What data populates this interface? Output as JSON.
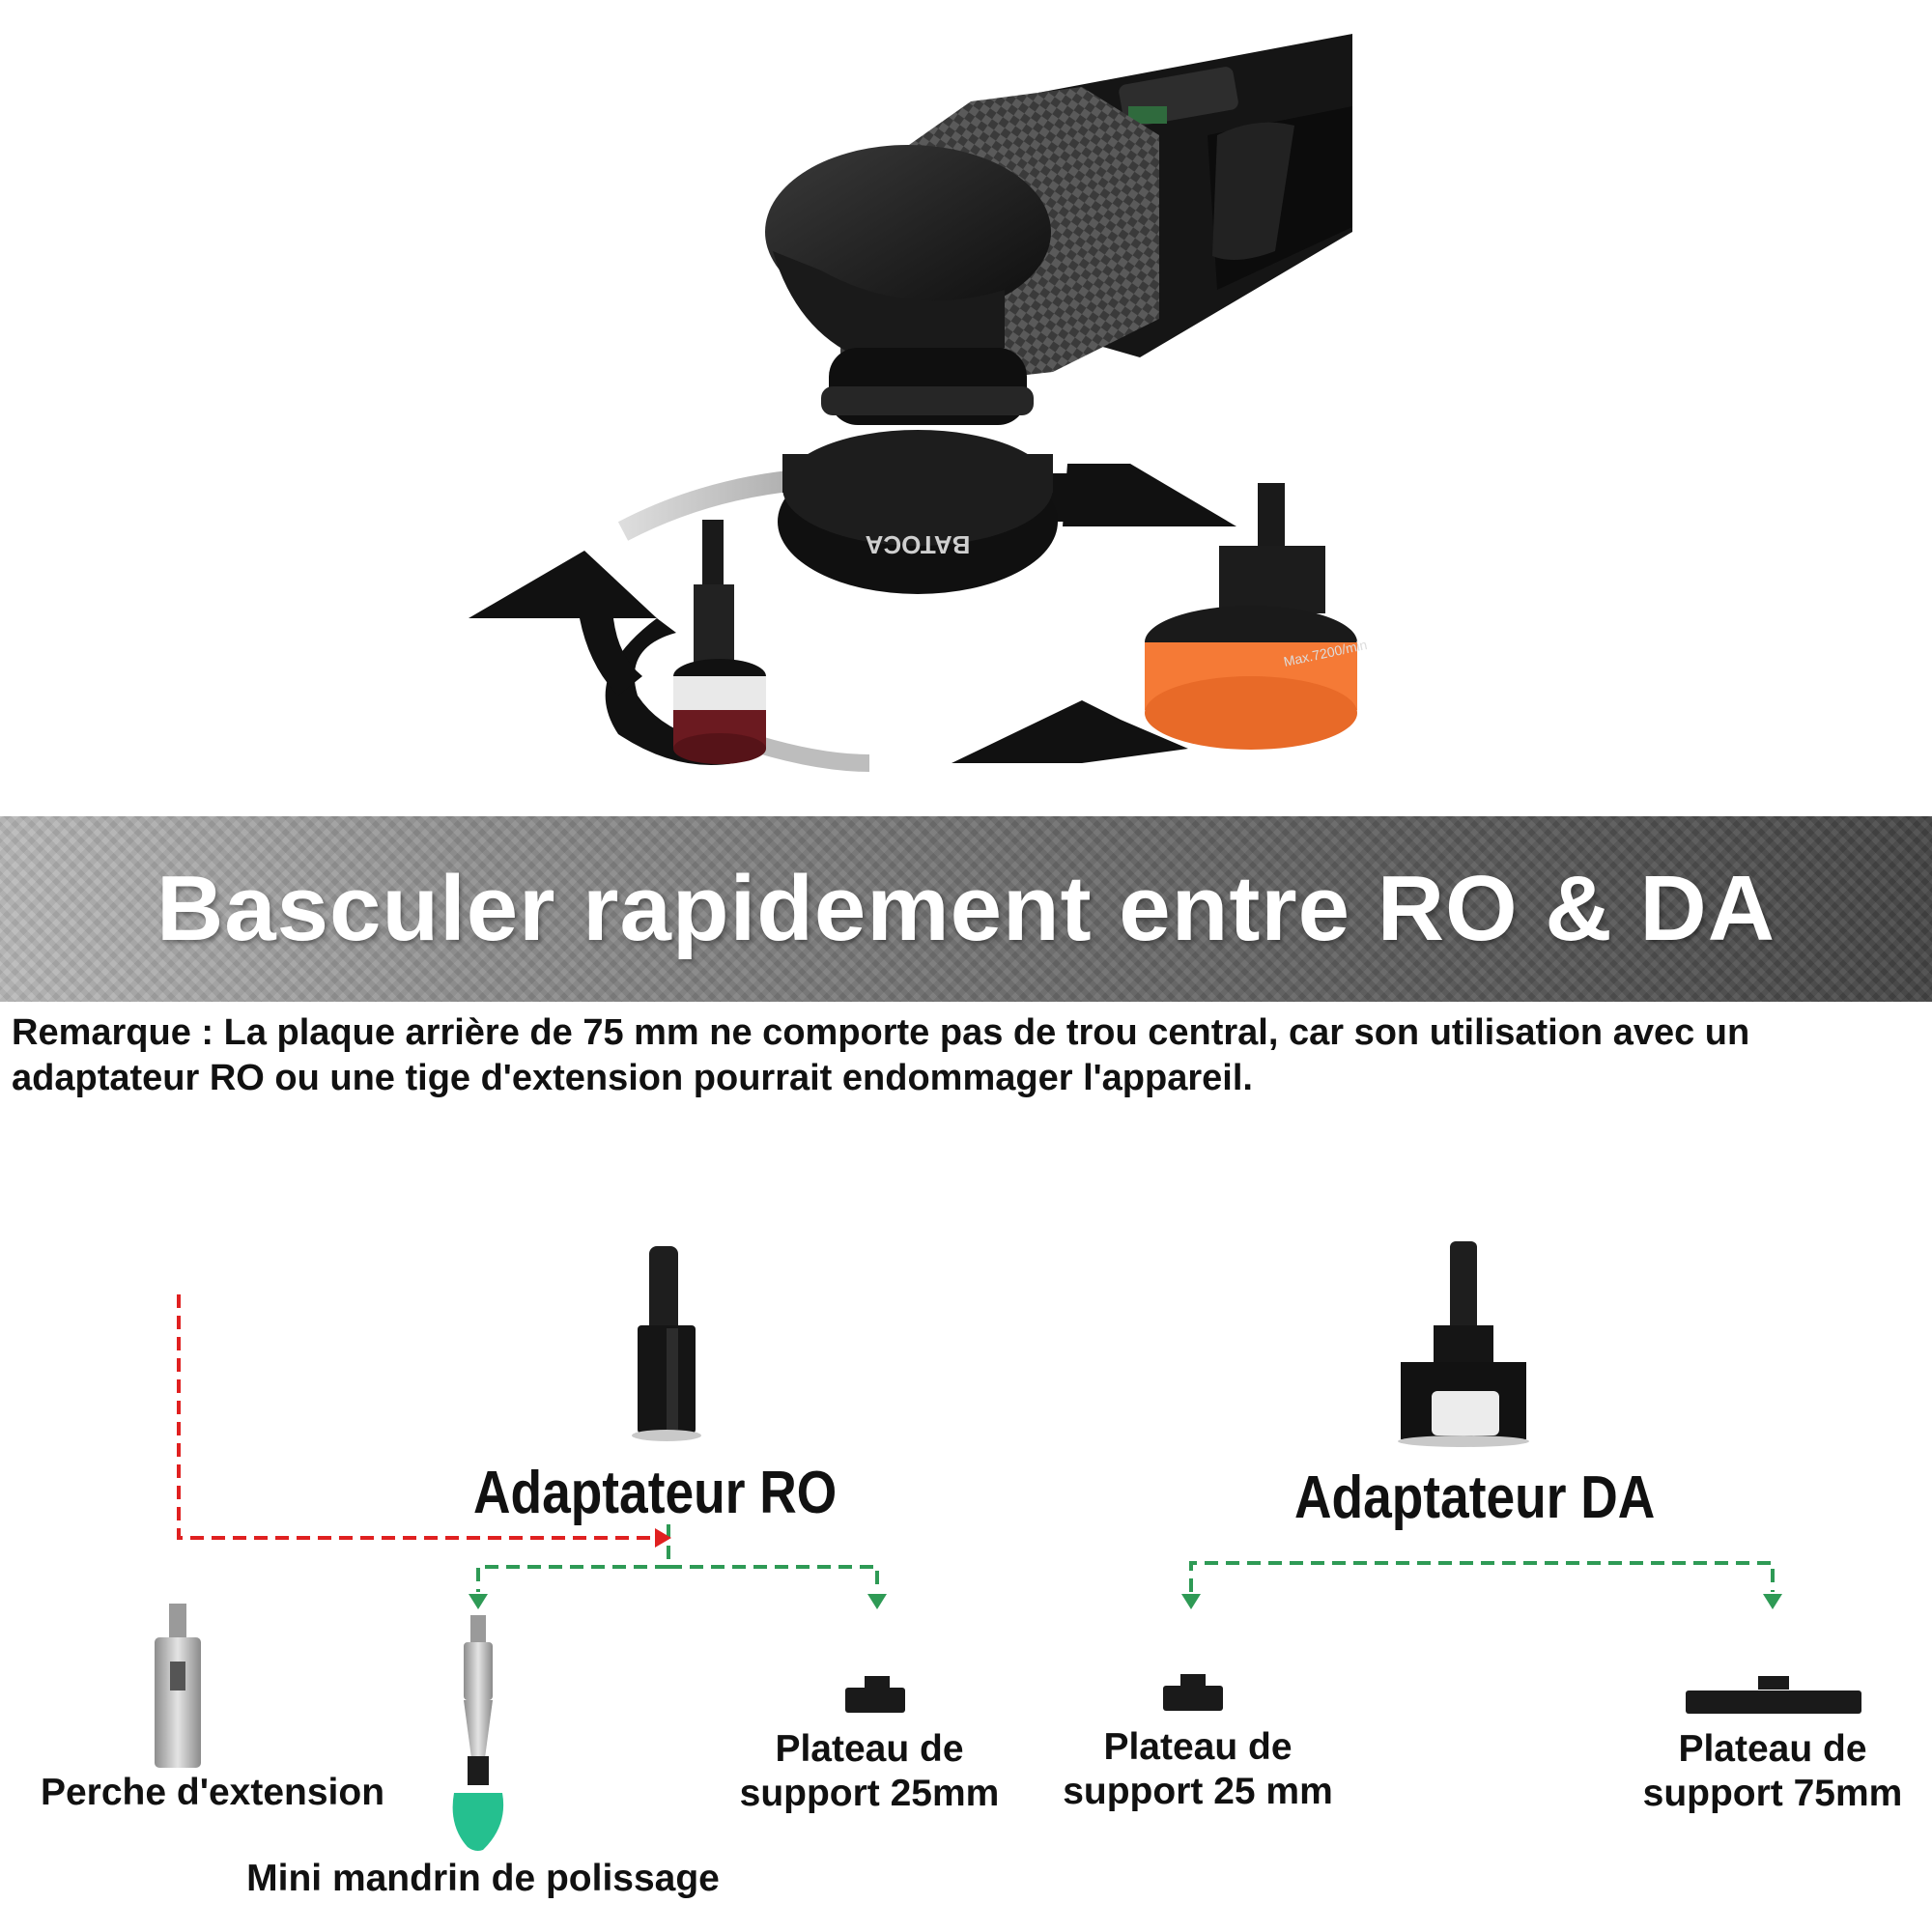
{
  "banner": {
    "title": "Basculer rapidement entre RO & DA"
  },
  "note": "Remarque : La plaque arrière de 75 mm ne comporte pas de trou central, car son utilisation avec un adaptateur RO ou une tige d'extension pourrait endommager l'appareil.",
  "brand_mark": "BATOCA",
  "speed_mark": "Max.7200/min",
  "ro": {
    "title": "Adaptateur RO",
    "items": [
      {
        "label": "Perche d'extension"
      },
      {
        "label": "Mini mandrin de polissage"
      },
      {
        "label_line1": "Plateau de",
        "label_line2": "support 25mm"
      }
    ]
  },
  "da": {
    "title": "Adaptateur DA",
    "items": [
      {
        "label_line1": "Plateau de",
        "label_line2": "support 25 mm"
      },
      {
        "label_line1": "Plateau de",
        "label_line2": "support 75mm"
      }
    ]
  },
  "colors": {
    "red_arrow": "#e02020",
    "green_arrow": "#2e9a55",
    "sponge_orange": "#f57a36",
    "green_cone": "#25c08f"
  }
}
